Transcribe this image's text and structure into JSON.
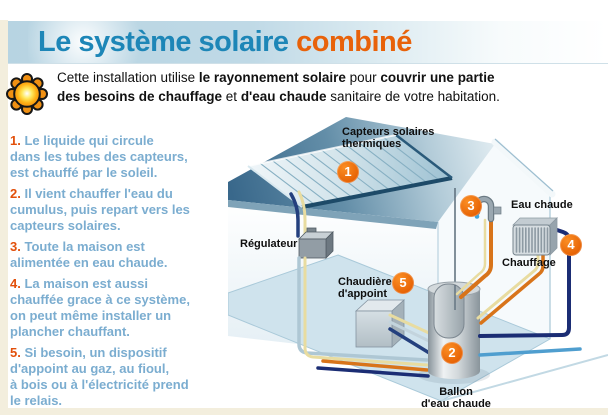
{
  "colors": {
    "title_blue": "#1d86b7",
    "title_orange": "#e8620a",
    "banner_bg": "#b7d4e2",
    "frame_cream": "#f3eedd",
    "step_number": "#e2500b",
    "step_text": "#7badd0",
    "badge_orange": "#ee6f0a",
    "pipe_orange": "#d8741a",
    "pipe_navy": "#1b2d74",
    "pipe_yellow": "#e8dca0",
    "pipe_lightblue": "#4f9ecf"
  },
  "header": {
    "title_blue": "Le système solaire ",
    "title_orange": "combiné"
  },
  "intro": {
    "s1": "Cette installation utilise ",
    "s2": "le rayonnement solaire",
    "s3": " pour ",
    "s4a": "couvrir une partie",
    "s4b": "des besoins de chauffage",
    "s5": " et ",
    "s6": "d'eau chaude",
    "s7": " sanitaire de votre habitation."
  },
  "steps": [
    {
      "num": "1.",
      "lines": [
        "Le liquide qui circule",
        "dans les tubes des capteurs,",
        "est chauffé par le soleil."
      ]
    },
    {
      "num": "2.",
      "lines": [
        "Il vient chauffer l'eau du",
        "cumulus, puis repart vers les",
        "capteurs solaires."
      ]
    },
    {
      "num": "3.",
      "lines": [
        "Toute la maison est",
        "alimentée en eau chaude."
      ]
    },
    {
      "num": "4.",
      "lines": [
        "La maison est aussi",
        "chauffée grace à ce système,",
        "on peut même installer un",
        "plancher chauffant."
      ]
    },
    {
      "num": "5.",
      "lines": [
        "Si besoin, un dispositif",
        "d'appoint au gaz, au fioul,",
        "à bois ou à l'électricité prend",
        "le relais."
      ]
    }
  ],
  "diagram": {
    "labels": {
      "capteurs": [
        "Capteurs solaires",
        "thermiques"
      ],
      "regulateur": "Régulateur",
      "chaudiere": [
        "Chaudière",
        "d'appoint"
      ],
      "eau_chaude": "Eau chaude",
      "chauffage": "Chauffage",
      "ballon": [
        "Ballon",
        "d'eau chaude"
      ]
    },
    "badges": [
      "1",
      "2",
      "3",
      "4",
      "5"
    ]
  }
}
